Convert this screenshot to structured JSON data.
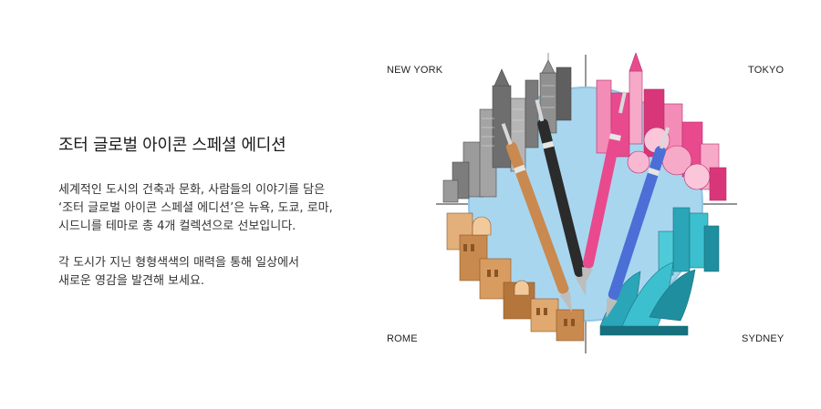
{
  "headline": "조터 글로벌 아이콘 스페셜 에디션",
  "paragraph1": {
    "line1": "세계적인 도시의 건축과 문화, 사람들의 이야기를 담은",
    "line2": "‘조터 글로벌 아이콘 스페셜 에디션’은 뉴욕, 도쿄, 로마,",
    "line3": "시드니를 테마로 총 4개 컬렉션으로 선보입니다."
  },
  "paragraph2": {
    "line1": "각 도시가 지닌 형형색색의 매력을 통해 일상에서",
    "line2": "새로운 영감을 발견해 보세요."
  },
  "cities": {
    "new_york": "NEW YORK",
    "tokyo": "TOKYO",
    "rome": "ROME",
    "sydney": "SYDNEY"
  },
  "colors": {
    "new_york": "#8a8a8a",
    "tokyo": "#e94a8e",
    "rome": "#c98a50",
    "sydney": "#2aa6b8",
    "sky": "#a9d6ef"
  }
}
